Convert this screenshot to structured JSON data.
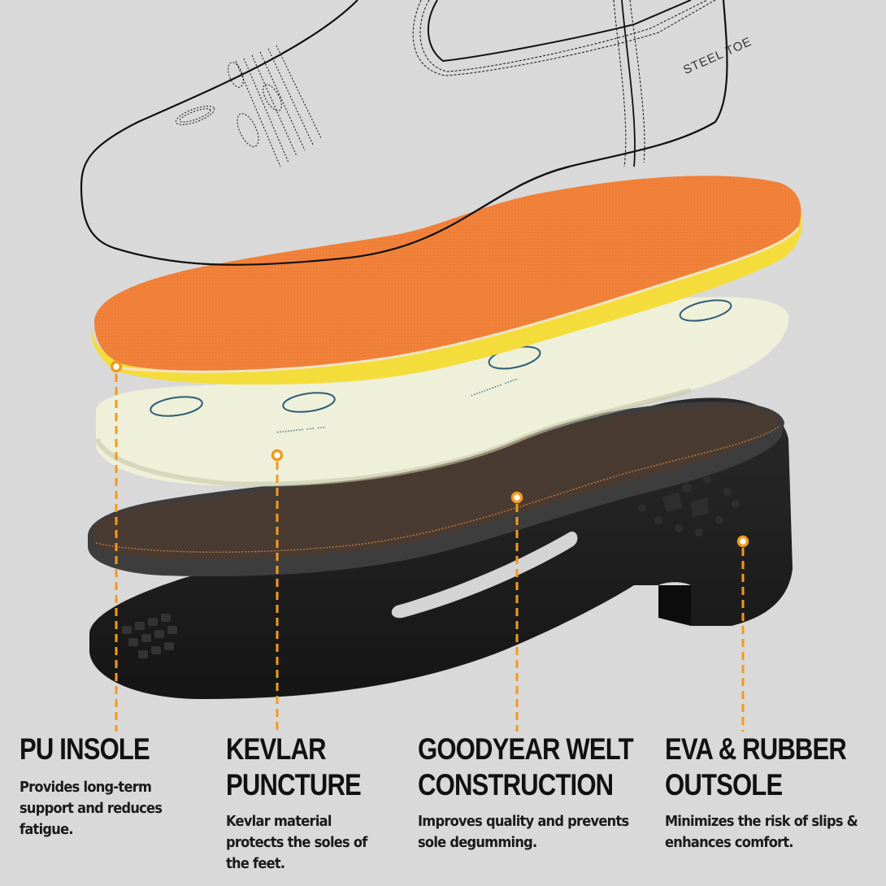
{
  "illustration": {
    "boot_label": "STEEL TOE",
    "accent_color": "#f39a1e",
    "layers": [
      "pu-insole",
      "kevlar-midsole",
      "goodyear-welt-sole",
      "eva-rubber-outsole"
    ]
  },
  "features": [
    {
      "title_line1": "PU INSOLE",
      "title_line2": "",
      "description": "Provides long-term support and reduces fatigue."
    },
    {
      "title_line1": "KEVLAR",
      "title_line2": "PUNCTURE",
      "description": "Kevlar material protects the soles of the feet."
    },
    {
      "title_line1": "GOODYEAR WELT",
      "title_line2": "CONSTRUCTION",
      "description": "Improves quality and prevents sole degumming."
    },
    {
      "title_line1": "EVA & RUBBER",
      "title_line2": "OUTSOLE",
      "description": "Minimizes the risk of slips & enhances comfort."
    }
  ]
}
